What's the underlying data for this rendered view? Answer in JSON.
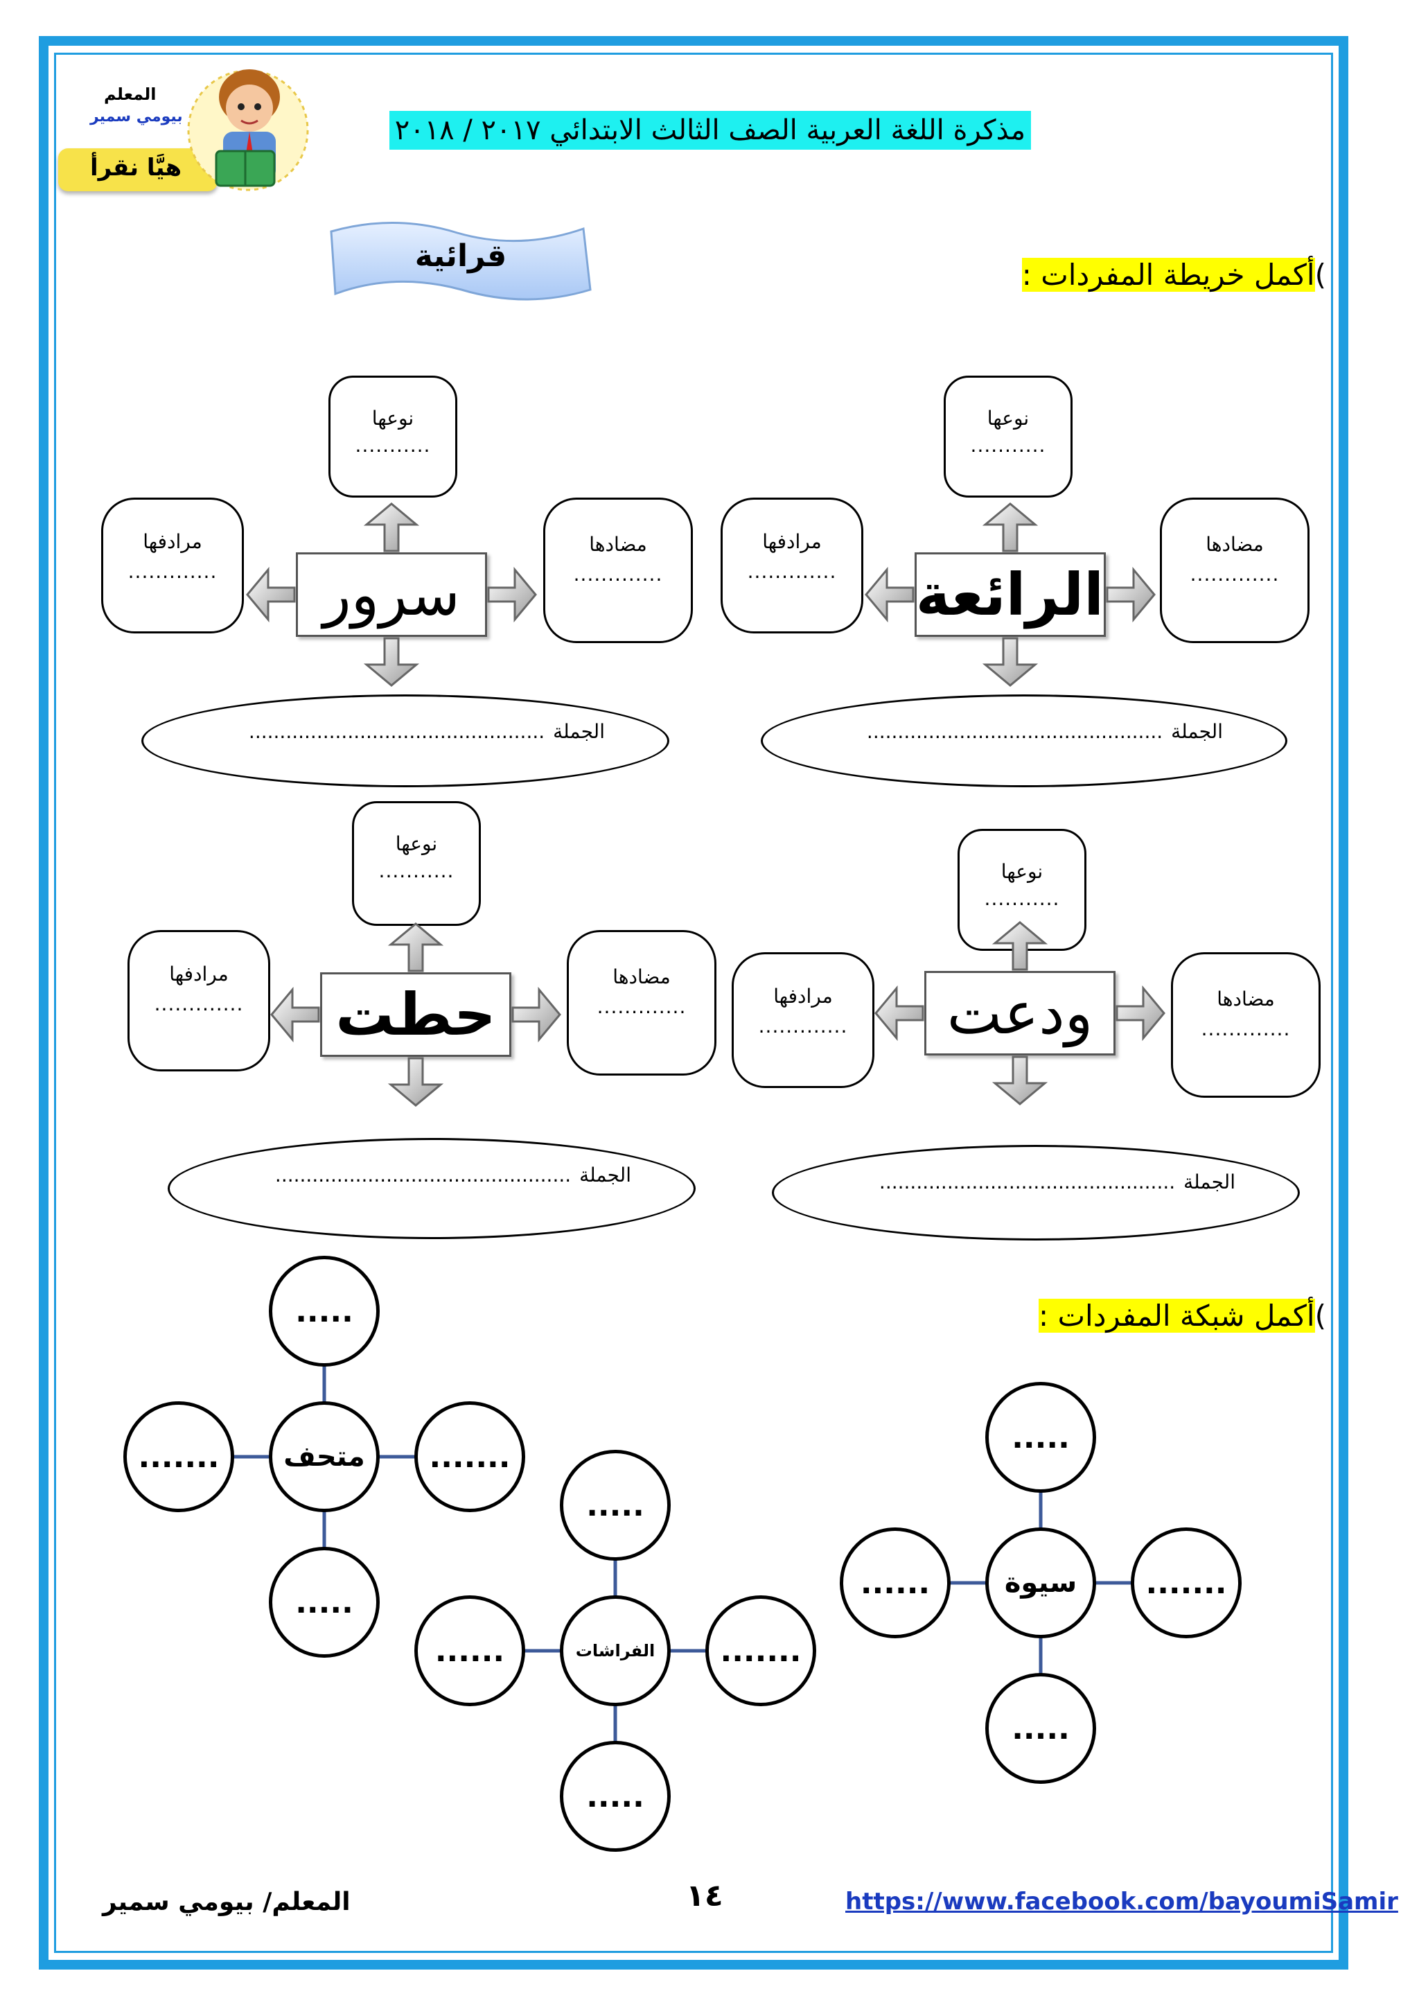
{
  "header": {
    "title": "مذكرة اللغة العربية الصف الثالث الابتدائي  ٢٠١٧ / ٢٠١٨",
    "teacher_label": "المعلم",
    "teacher_name": "بيومي سمير",
    "logo_text": "هيَّا نقرأ"
  },
  "banner": {
    "label": "قرائية"
  },
  "task1": {
    "prefix": ")",
    "text": "أكمل خريطة المفردات :"
  },
  "task2": {
    "prefix": ")",
    "text": "أكمل شبكة المفردات :"
  },
  "map_labels": {
    "type": "نوعها",
    "antonym": "مضادها",
    "synonym": "مرادفها",
    "sentence": "الجملة",
    "short_dots": "...........",
    "mid_dots": ".............",
    "long_dots": "................................................"
  },
  "maps": [
    {
      "word": "الرائعة"
    },
    {
      "word": "سرور"
    },
    {
      "word": "ودعت"
    },
    {
      "word": "حطت"
    }
  ],
  "webs": [
    {
      "word": "متحف",
      "top": ".....",
      "bottom": ".....",
      "left": ".......",
      "right": "......."
    },
    {
      "word": "الفراشات",
      "top": ".....",
      "bottom": ".....",
      "left": "......",
      "right": "......."
    },
    {
      "word": "سيوة",
      "top": ".....",
      "bottom": ".....",
      "left": "......",
      "right": "......."
    }
  ],
  "footer": {
    "teacher": "المعلم/ بيومي سمير",
    "page_number": "١٤",
    "link": "https://www.facebook.com/bayoumiSamir"
  },
  "colors": {
    "frame": "#1f9de0",
    "title_highlight": "#1ef0f0",
    "task_highlight": "#ffff00",
    "web_line": "#3d5a99"
  }
}
